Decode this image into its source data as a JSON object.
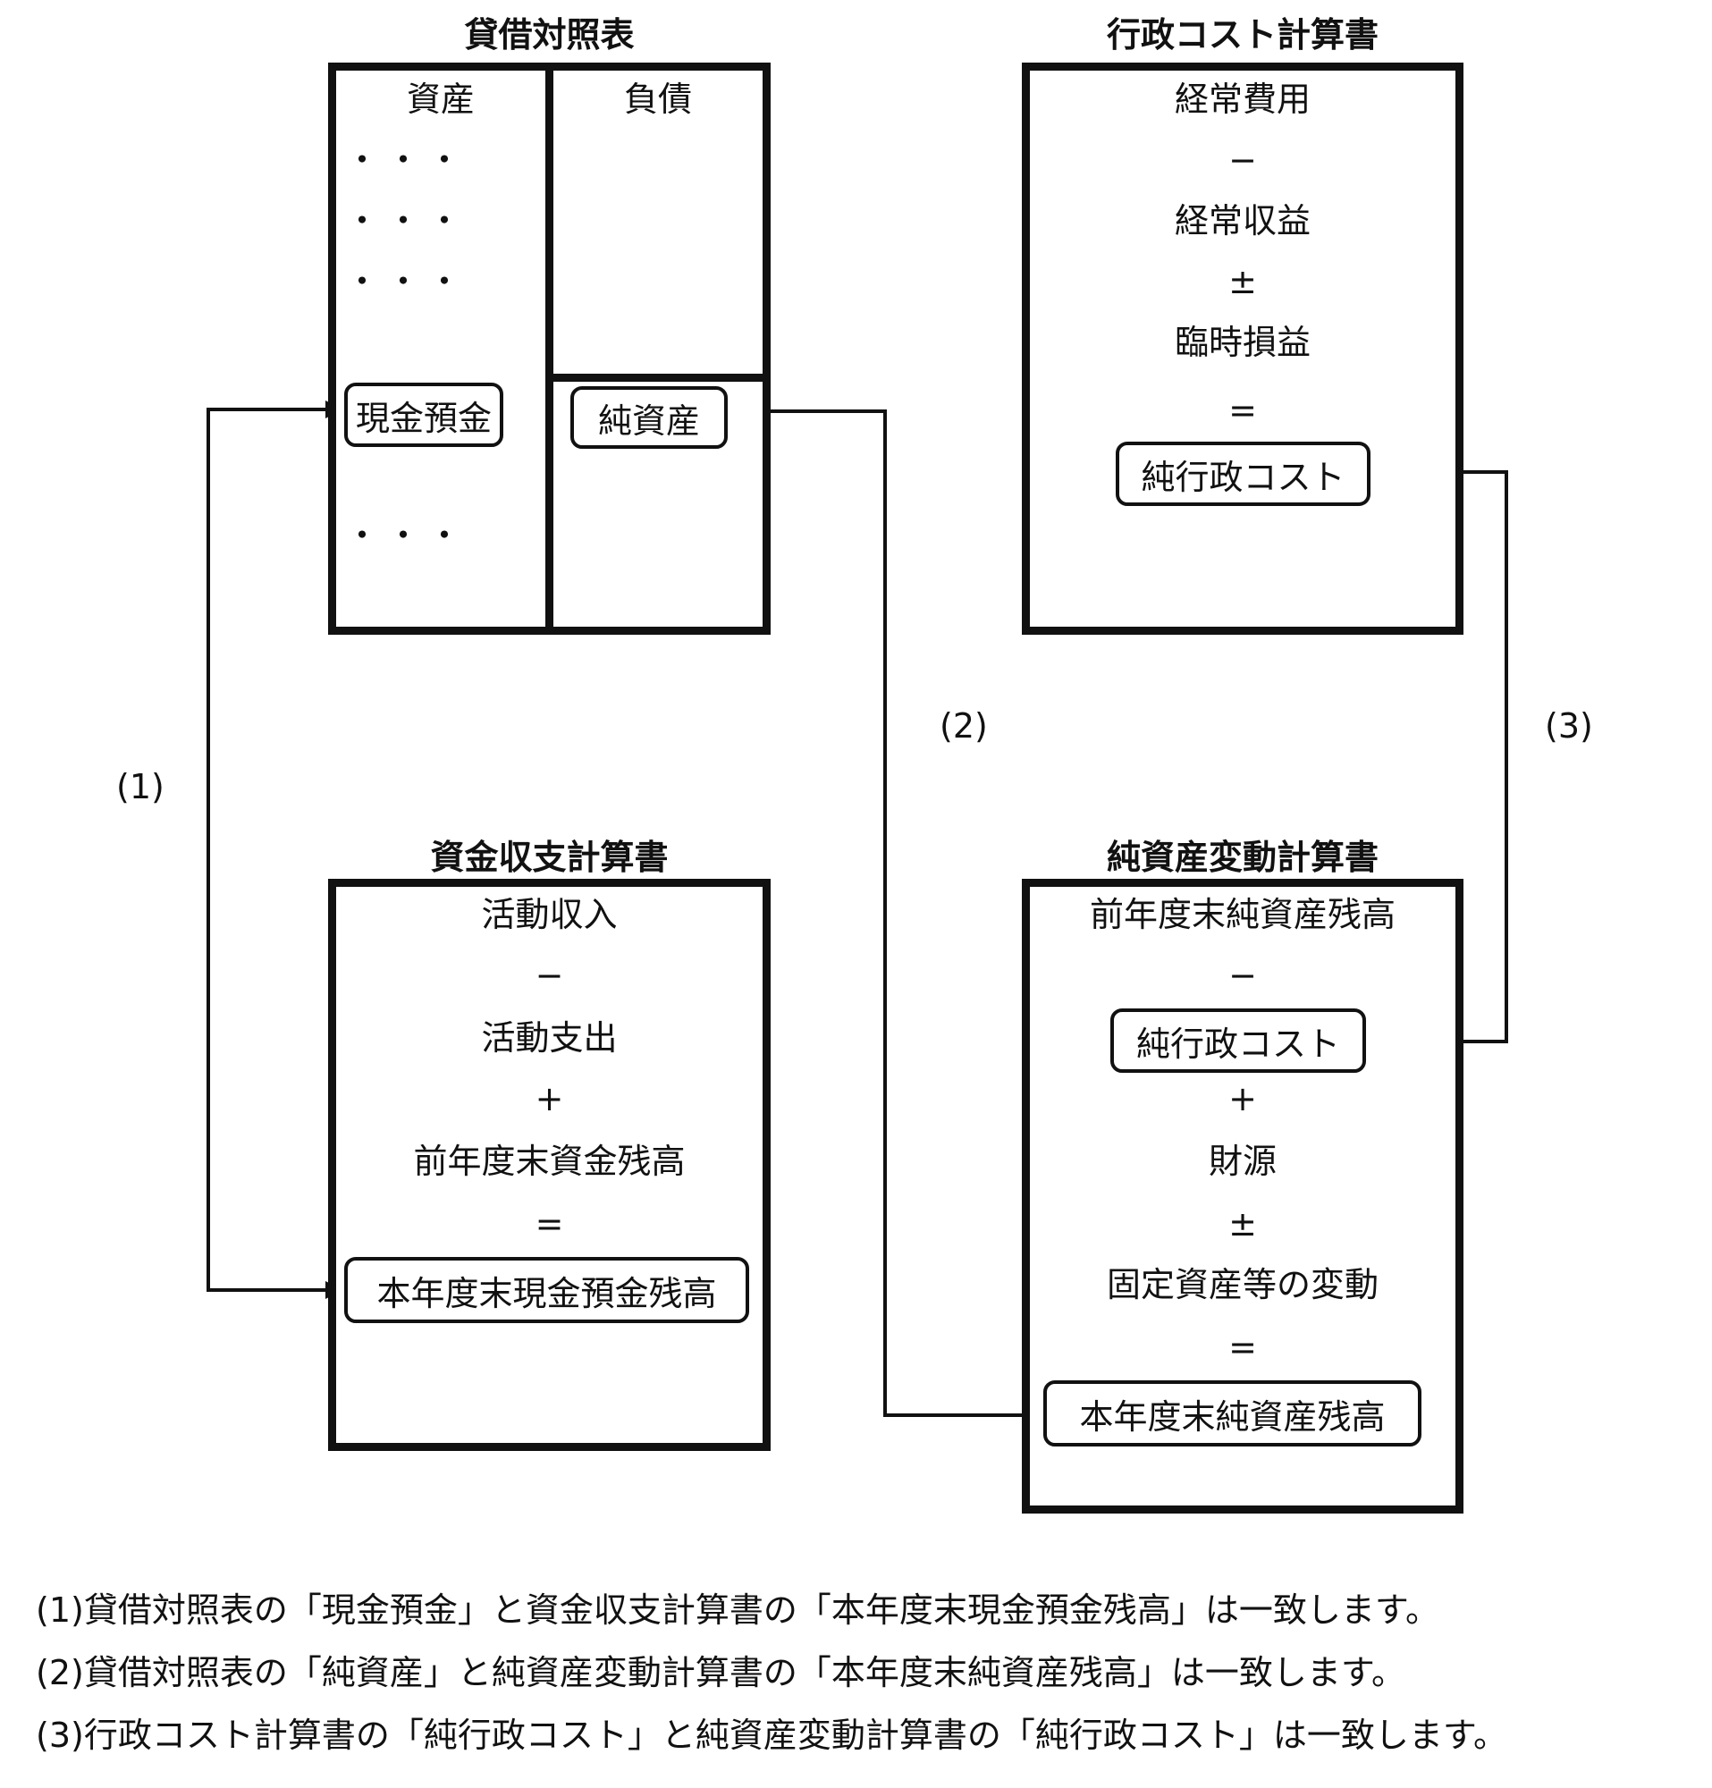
{
  "balance_sheet": {
    "title": "貸借対照表",
    "assets_header": "資産",
    "liabilities_header": "負債",
    "dots": "・・・",
    "cash": "現金預金",
    "net_assets": "純資産"
  },
  "admin_cost": {
    "title": "行政コスト計算書",
    "lines": [
      "経常費用",
      "−",
      "経常収益",
      "±",
      "臨時損益",
      "="
    ],
    "result": "純行政コスト"
  },
  "cash_flow": {
    "title": "資金収支計算書",
    "lines": [
      "活動収入",
      "−",
      "活動支出",
      "+",
      "前年度末資金残高",
      "="
    ],
    "result": "本年度末現金預金残高"
  },
  "net_asset_change": {
    "title": "純資産変動計算書",
    "line0": "前年度末純資産残高",
    "line1": "−",
    "mid": "純行政コスト",
    "lines2": [
      "+",
      "財源",
      "±",
      "固定資産等の変動",
      "="
    ],
    "result": "本年度末純資産残高"
  },
  "labels": {
    "one": "(1)",
    "two": "(2)",
    "three": "(3)"
  },
  "notes": [
    "(1)貸借対照表の「現金預金」と資金収支計算書の「本年度末現金預金残高」は一致します。",
    "(2)貸借対照表の「純資産」と純資産変動計算書の「本年度末純資産残高」は一致します。",
    "(3)行政コスト計算書の「純行政コスト」と純資産変動計算書の「純行政コスト」は一致します。"
  ]
}
